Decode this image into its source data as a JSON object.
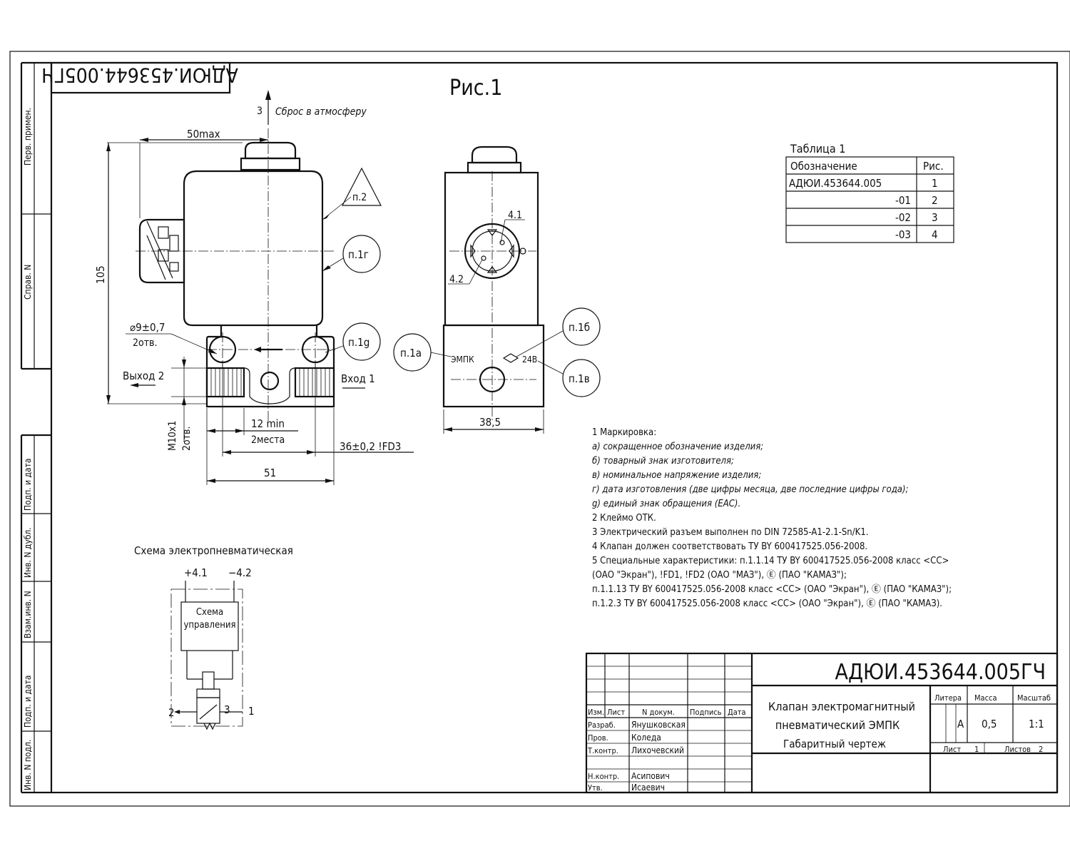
{
  "stamp_top": "АДЮИ.453644.005ГЧ",
  "figure_title": "Рис.1",
  "exhaust_label": "3",
  "exhaust_text": "Сброс в атмосферу",
  "dims": {
    "width_max": "50max",
    "height": "105",
    "hole_dia": "⌀9±0,7",
    "hole_count": "2отв.",
    "outlet2": "Выход 2",
    "inlet1": "Вход 1",
    "thread": "M10x1",
    "thread_count": "2отв.",
    "min12": "12 min",
    "places2": "2места",
    "d36": "36±0,2 !FD3",
    "d51": "51",
    "d38": "38,5"
  },
  "callouts": {
    "p2": "п.2",
    "p1g_top": "п.1г",
    "p1d": "п.1g",
    "p1a": "п.1а",
    "p1b": "п.1б",
    "p1v": "п.1в",
    "pin41": "4.1",
    "pin42": "4.2",
    "mark_empk": "ЭМПК",
    "mark_24v": "24В"
  },
  "table": {
    "title": "Таблица 1",
    "headers": [
      "Обозначение",
      "Рис."
    ],
    "rows": [
      [
        "АДЮИ.453644.005",
        "1"
      ],
      [
        "-01",
        "2"
      ],
      [
        "-02",
        "3"
      ],
      [
        "-03",
        "4"
      ]
    ]
  },
  "notes": [
    "1  Маркировка:",
    "а)  сокращенное обозначение изделия;",
    "б)  товарный знак изготовителя;",
    "в)  номинальное напряжение изделия;",
    "г)  дата изготовления (две цифры месяца, две последние цифры года);",
    "g)  единый знак обращения (ЕАС).",
    "2  Клеймо ОТК.",
    "3  Электрический разъем выполнен по DIN 72585-A1-2.1-Sn/K1.",
    "4  Клапан должен соответствовать ТУ BY 600417525.056-2008.",
    "5  Специальные характеристики: п.1.1.14 ТУ BY 600417525.056-2008 класс <CC>",
    "(ОАО \"Экран\"), !FD1, !FD2 (ОАО \"МАЗ\"), Ⓔ (ПАО \"КАМАЗ\");",
    "п.1.1.13 ТУ BY 600417525.056-2008 класс <CC> (ОАО \"Экран\"), Ⓔ (ПАО \"КАМАЗ\");",
    "п.1.2.3 ТУ BY 600417525.056-2008 класс <CC> (ОАО \"Экран\"), Ⓔ (ПАО \"КАМАЗ)."
  ],
  "schema": {
    "title": "Схема электропневматическая",
    "plus": "+4.1",
    "minus": "−4.2",
    "box_line1": "Схема",
    "box_line2": "управления",
    "port2": "2",
    "port3": "3",
    "port1": "1"
  },
  "side_strip": {
    "labels": [
      "Перв. примен.",
      "Справ. N",
      "Подп. и дата",
      "Инв. N дубл.",
      "Взам.инв. N",
      "Подп. и дата",
      "Инв. N подл."
    ]
  },
  "title_block": {
    "doc_number": "АДЮИ.453644.005ГЧ",
    "name_line1": "Клапан электромагнитный",
    "name_line2": "пневматический ЭМПК",
    "name_line3": "Габаритный чертеж",
    "col_headers": [
      "Изм.",
      "Лист",
      "N докум.",
      "Подпись",
      "Дата"
    ],
    "roles": [
      {
        "role": "Разраб.",
        "name": "Янушковская"
      },
      {
        "role": "Пров.",
        "name": "Коледа"
      },
      {
        "role": "Т.контр.",
        "name": "Лихочевский"
      },
      {
        "role": "Н.контр.",
        "name": "Асипович"
      },
      {
        "role": "Утв.",
        "name": "Исаевич"
      }
    ],
    "litera_label": "Литера",
    "mass_label": "Масса",
    "scale_label": "Масштаб",
    "litera": "А",
    "mass": "0,5",
    "scale": "1:1",
    "sheet_label": "Лист",
    "sheet": "1",
    "sheets_label": "Листов",
    "sheets": "2"
  }
}
